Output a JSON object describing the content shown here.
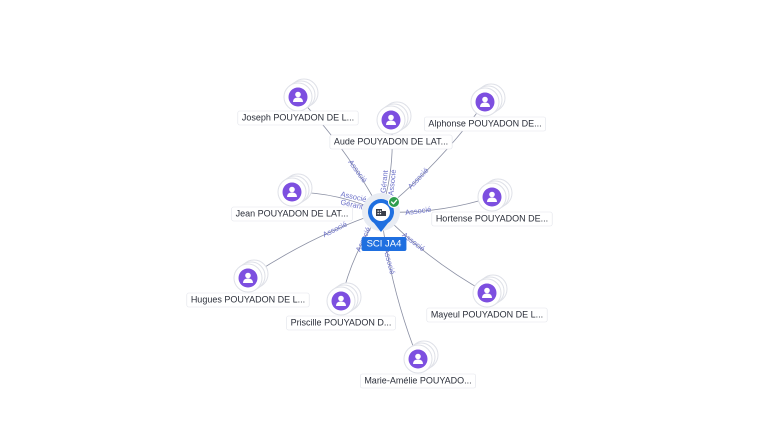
{
  "center": {
    "label": "SCI JA4",
    "icon": "building-icon",
    "badge_icon": "check-badge-icon",
    "color": "#1f6fe0",
    "badge_color": "#2e9d4c"
  },
  "person_color": "#7d4fe0",
  "nodes": [
    {
      "id": "joseph",
      "label": "Joseph POUYADON DE L...",
      "edges": [
        "Associé"
      ]
    },
    {
      "id": "aude",
      "label": "Aude POUYADON DE LAT...",
      "edges": [
        "Gérant",
        "Associé"
      ]
    },
    {
      "id": "alphonse",
      "label": "Alphonse POUYADON DE...",
      "edges": [
        "Associé"
      ]
    },
    {
      "id": "jean",
      "label": "Jean POUYADON DE LAT...",
      "edges": [
        "Gérant",
        "Associé"
      ]
    },
    {
      "id": "hortense",
      "label": "Hortense POUYADON DE...",
      "edges": [
        "Associé"
      ]
    },
    {
      "id": "hugues",
      "label": "Hugues POUYADON DE L...",
      "edges": [
        "Associé"
      ]
    },
    {
      "id": "priscille",
      "label": "Priscille POUYADON D...",
      "edges": [
        "Associé"
      ]
    },
    {
      "id": "mayeul",
      "label": "Mayeul POUYADON DE L...",
      "edges": [
        "Associé"
      ]
    },
    {
      "id": "marie",
      "label": "Marie-Amélie POUYADO...",
      "edges": [
        "Associé"
      ]
    }
  ]
}
